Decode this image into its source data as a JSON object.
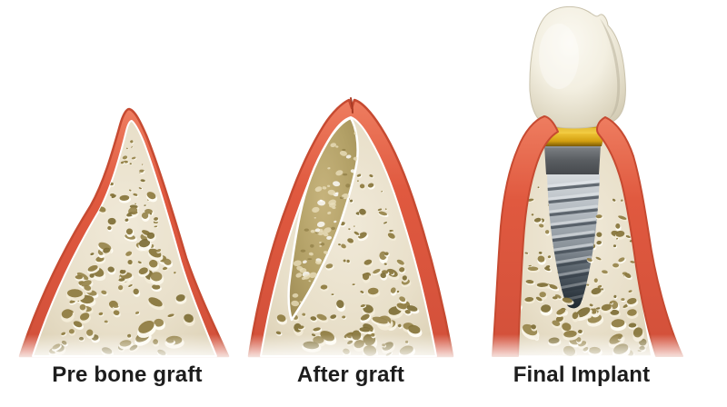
{
  "figure": {
    "panels": [
      {
        "name": "pre-bone-graft",
        "caption": "Pre bone graft"
      },
      {
        "name": "after-graft",
        "caption": "After graft"
      },
      {
        "name": "final-implant",
        "caption": "Final Implant"
      }
    ]
  },
  "palette": {
    "bg": "#ffffff",
    "gum_red": "#df5a42",
    "gum_edge": "#c64a31",
    "bone_cream": "#eae1cc",
    "bone_edge": "#d8cdb2",
    "pore_olive": "#8d7a3e",
    "pore_highlight": "#faf6e8",
    "graft_tan": "#b3a064",
    "membrane_white": "#ffffff",
    "crown_ivory": "#f4f1e6",
    "abutment_gold": "#d79e0f",
    "implant_gray": "#9aa2a9",
    "collar_gray": "#56595d",
    "caption_color": "#1d1d1d"
  }
}
